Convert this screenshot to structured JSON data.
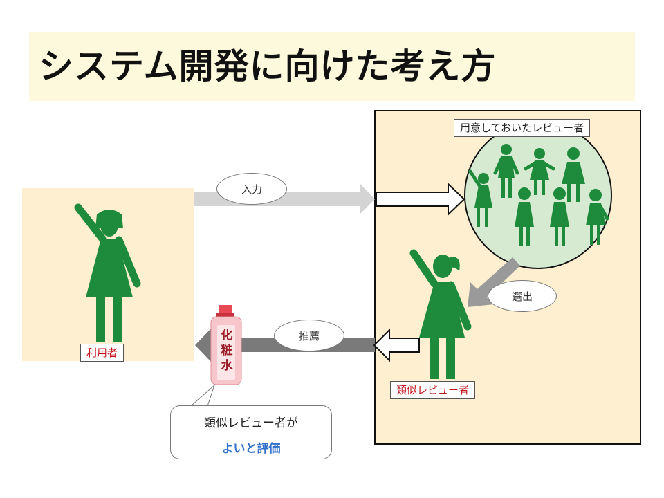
{
  "title": "システム開発に向けた考え方",
  "labels": {
    "user": "利用者",
    "prepared_reviewers": "用意しておいたレビュー者",
    "similar_reviewer": "類似レビュー者"
  },
  "arrows": {
    "input": "入力",
    "select": "選出",
    "recommend": "推薦"
  },
  "bottle": {
    "text": [
      "化",
      "粧",
      "水"
    ]
  },
  "callout": {
    "line1": "類似レビュー者が",
    "line2": "よいと評価"
  },
  "colors": {
    "figure_green": "#1e8a3c",
    "panel_fill": "#fdefcf",
    "title_band": "#fdf9dc",
    "circle_fill": "#d6ead2",
    "accent_blue": "#2e6fc9",
    "accent_red": "#c0141c"
  }
}
